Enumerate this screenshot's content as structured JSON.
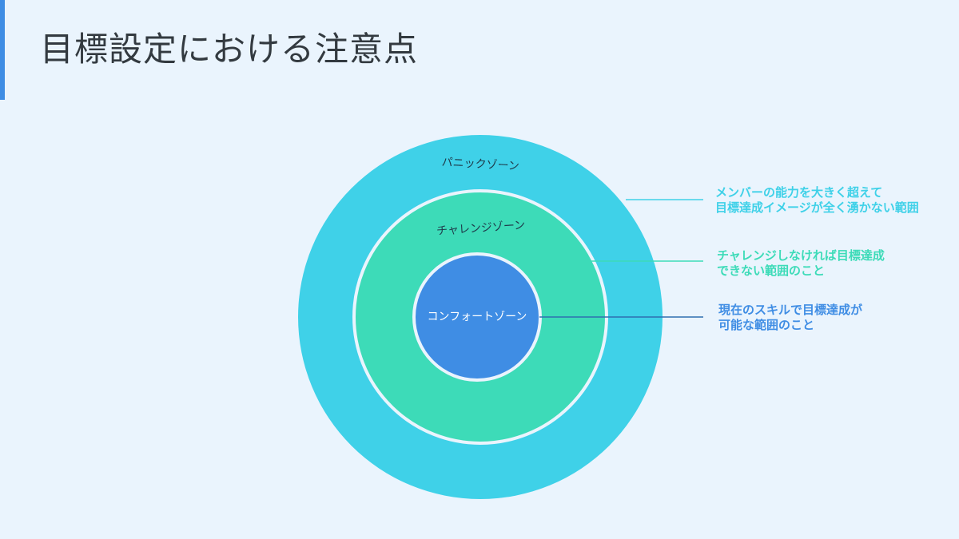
{
  "title": "目標設定における注意点",
  "zones": {
    "panic": {
      "label": "パニックゾーン",
      "color": "#3fd1e8"
    },
    "challenge": {
      "label": "チャレンジゾーン",
      "color": "#3ddbb8"
    },
    "comfort": {
      "label": "コンフォートゾーン",
      "color": "#3f8de4"
    }
  },
  "callouts": {
    "panic": {
      "line1": "メンバーの能力を大きく超えて",
      "line2": "目標達成イメージが全く湧かない範囲",
      "color": "#3fd1e8"
    },
    "challenge": {
      "line1": "チャレンジしなければ目標達成",
      "line2": "できない範囲のこと",
      "color": "#3ddbb8"
    },
    "comfort": {
      "line1": "現在のスキルで目標達成が",
      "line2": "可能な範囲のこと",
      "color": "#3f8de4"
    }
  },
  "colors": {
    "accent": "#3f8de4",
    "ring_border": "#eaf4fd",
    "title_text": "#333a40"
  }
}
